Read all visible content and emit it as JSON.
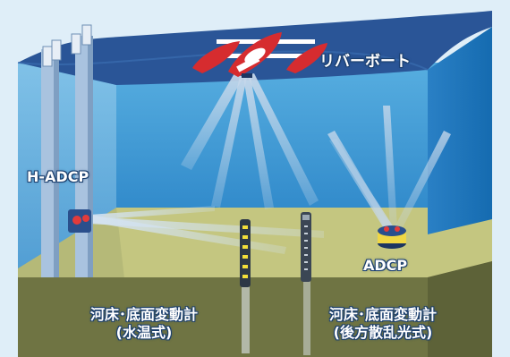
{
  "labels": {
    "river_boat": "リバーボート",
    "h_adcp": "H-ADCP",
    "adcp": "ADCP",
    "bed_gauge_left_line1": "河床･底面変動計",
    "bed_gauge_left_line2": "(水温式)",
    "bed_gauge_right_line1": "河床･底面変動計",
    "bed_gauge_right_line2": "(後方散乱光式)"
  },
  "colors": {
    "water_surface": "#2a5597",
    "water_body": "#3d8ec9",
    "water_deep": "#1f74b8",
    "riverbed": "#b8bd74",
    "sediment": "#6f7443",
    "boat": "#d62c2f",
    "pile": "#a9c3df",
    "beam": "#8fb0d0",
    "text_outline": "#1b3f6e"
  }
}
